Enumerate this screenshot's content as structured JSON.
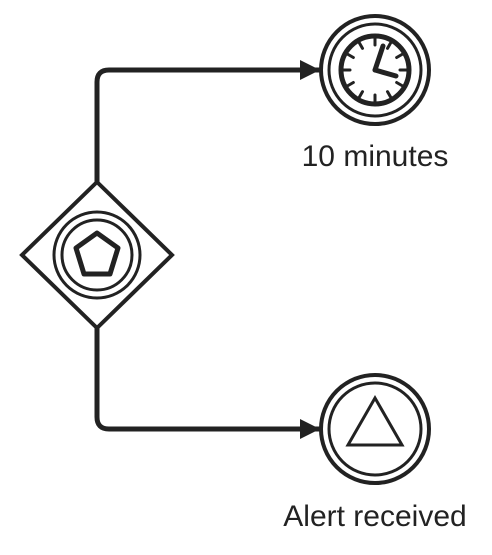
{
  "diagram": {
    "type": "bpmn-event-based-gateway",
    "colors": {
      "stroke": "#222222",
      "fill": "#ffffff",
      "text": "#222222"
    },
    "gateway": {
      "icon": "pentagon-icon",
      "kind": "event-based-gateway"
    },
    "events": [
      {
        "kind": "intermediate-catch-timer-event",
        "icon": "clock-icon",
        "label": "10 minutes"
      },
      {
        "kind": "intermediate-catch-signal-event",
        "icon": "triangle-icon",
        "label": "Alert received"
      }
    ],
    "flows": [
      {
        "from": "gateway",
        "to": "timer-event"
      },
      {
        "from": "gateway",
        "to": "signal-event"
      }
    ]
  }
}
